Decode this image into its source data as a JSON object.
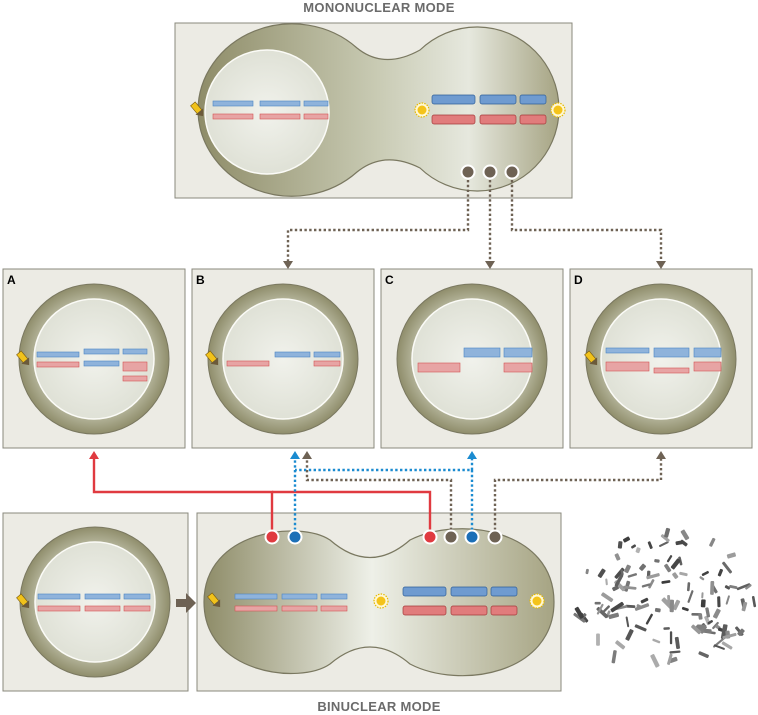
{
  "titles": {
    "top": "MONONUCLEAR MODE",
    "bottom": "BINUCLEAR MODE"
  },
  "panels": [
    {
      "label": "A"
    },
    {
      "label": "B"
    },
    {
      "label": "C"
    },
    {
      "label": "D"
    }
  ],
  "colors": {
    "background_panel": "#ecebe4",
    "panel_border": "#8a887c",
    "cell_dark": "#9c9a77",
    "cell_light": "#e8ebe2",
    "chromosome_blue": "#4a84c4",
    "chromosome_red": "#d45454",
    "arrow_red": "#e03a40",
    "arrow_blue": "#1b8bd0",
    "arrow_brown": "#6e6254",
    "centrosome": "#f4c31a"
  },
  "icons": [
    "centrosome-icon",
    "kinetochore-dot-icon",
    "chromosome-spread-image"
  ]
}
